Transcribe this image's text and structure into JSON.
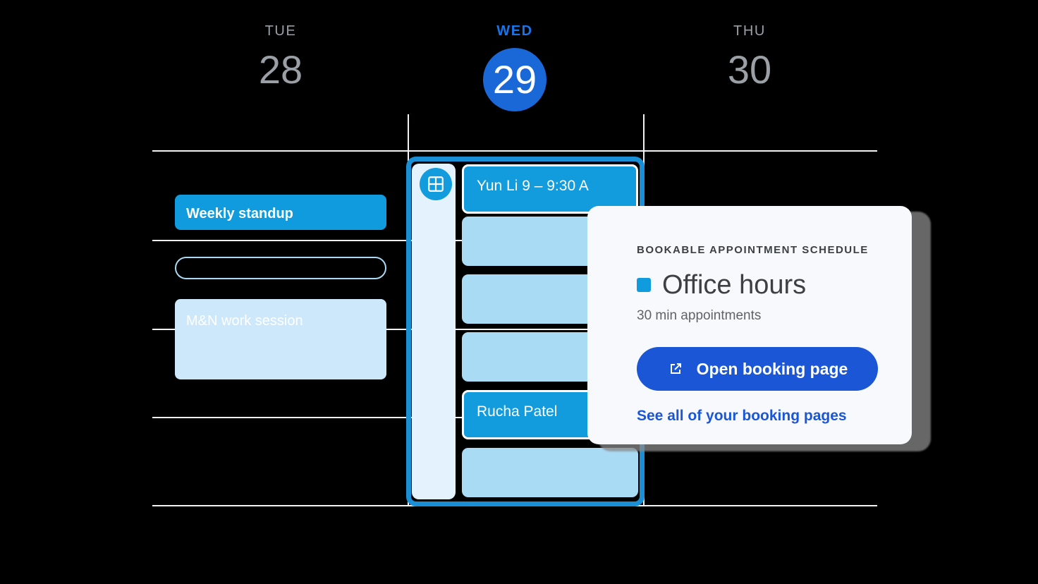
{
  "calendar": {
    "days": [
      {
        "dow": "TUE",
        "date": "28",
        "is_today": false
      },
      {
        "dow": "WED",
        "date": "29",
        "is_today": true
      },
      {
        "dow": "THU",
        "date": "30",
        "is_today": false
      }
    ],
    "tuesday_events": [
      {
        "title": "Weekly standup",
        "style": "solid"
      },
      {
        "title": "",
        "style": "outline"
      },
      {
        "title": "M&N work session",
        "style": "tint"
      }
    ],
    "wednesday": {
      "schedule_icon": "grid-schedule-icon",
      "slots": [
        {
          "label": "Yun Li  9 – 9:30 A",
          "state": "booked"
        },
        {
          "label": "",
          "state": "open"
        },
        {
          "label": "",
          "state": "open"
        },
        {
          "label": "",
          "state": "open"
        },
        {
          "label": "Rucha Patel",
          "state": "booked"
        },
        {
          "label": "",
          "state": "open"
        }
      ]
    }
  },
  "booking_card": {
    "eyebrow": "BOOKABLE APPOINTMENT SCHEDULE",
    "title": "Office hours",
    "subtitle": "30 min appointments",
    "primary_button": {
      "label": "Open booking page",
      "icon": "open-in-new-icon"
    },
    "secondary_link": "See all of your booking pages"
  },
  "colors": {
    "accent_blue": "#1a73e8",
    "today_pill": "#1a68d8",
    "event_solid": "#0f9bdd",
    "event_tint": "#cde8fb",
    "slot_open": "#a9dbf5",
    "slot_booked": "#129bdd",
    "button_blue": "#1a56d6",
    "gridline": "#f1f3f4",
    "muted_text": "#9aa0a6"
  }
}
